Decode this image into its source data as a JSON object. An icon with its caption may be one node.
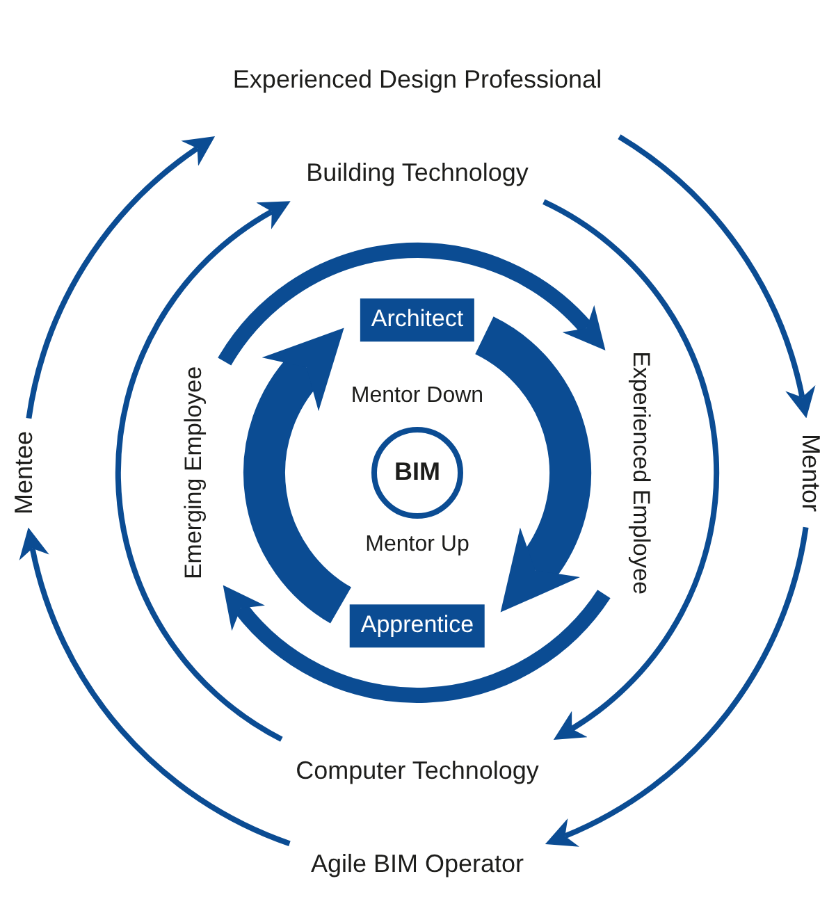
{
  "diagram": {
    "nodes": [
      {
        "text": [
          "Experienced Design Professional"
        ]
      },
      {
        "text": [
          "Mentor"
        ]
      },
      {
        "text": [
          "Agile BIM Operator"
        ]
      },
      {
        "text": [
          "Mentee"
        ]
      },
      {
        "text": [
          "Building Technology"
        ]
      },
      {
        "text": [
          "Computer Technology"
        ]
      },
      {
        "text": [
          "Emerging Employee"
        ]
      },
      {
        "text": [
          "Experienced Employee"
        ]
      },
      {
        "text": [
          "Architect"
        ]
      },
      {
        "text": [
          "Apprentice"
        ]
      },
      {
        "text": [
          "BIM"
        ]
      }
    ],
    "edges": [
      {
        "from": 0,
        "to": 1,
        "arrow": "to"
      },
      {
        "from": 1,
        "to": 2,
        "arrow": "to"
      },
      {
        "from": 2,
        "to": 3,
        "arrow": "to"
      },
      {
        "from": 3,
        "to": 0,
        "arrow": "to"
      },
      {
        "from": 4,
        "to": 5,
        "arrow": "to"
      },
      {
        "from": 5,
        "to": 4,
        "arrow": "to"
      },
      {
        "from": 6,
        "to": 7,
        "arrow": "to",
        "style": "thick"
      },
      {
        "from": 7,
        "to": 6,
        "arrow": "to",
        "style": "thick"
      },
      {
        "from": 8,
        "to": 9,
        "arrow": "to",
        "style": "thick"
      },
      {
        "from": 9,
        "to": 8,
        "arrow": "to",
        "style": "thick"
      }
    ],
    "labels": [
      "Mentor Down",
      "Mentor Up"
    ]
  }
}
